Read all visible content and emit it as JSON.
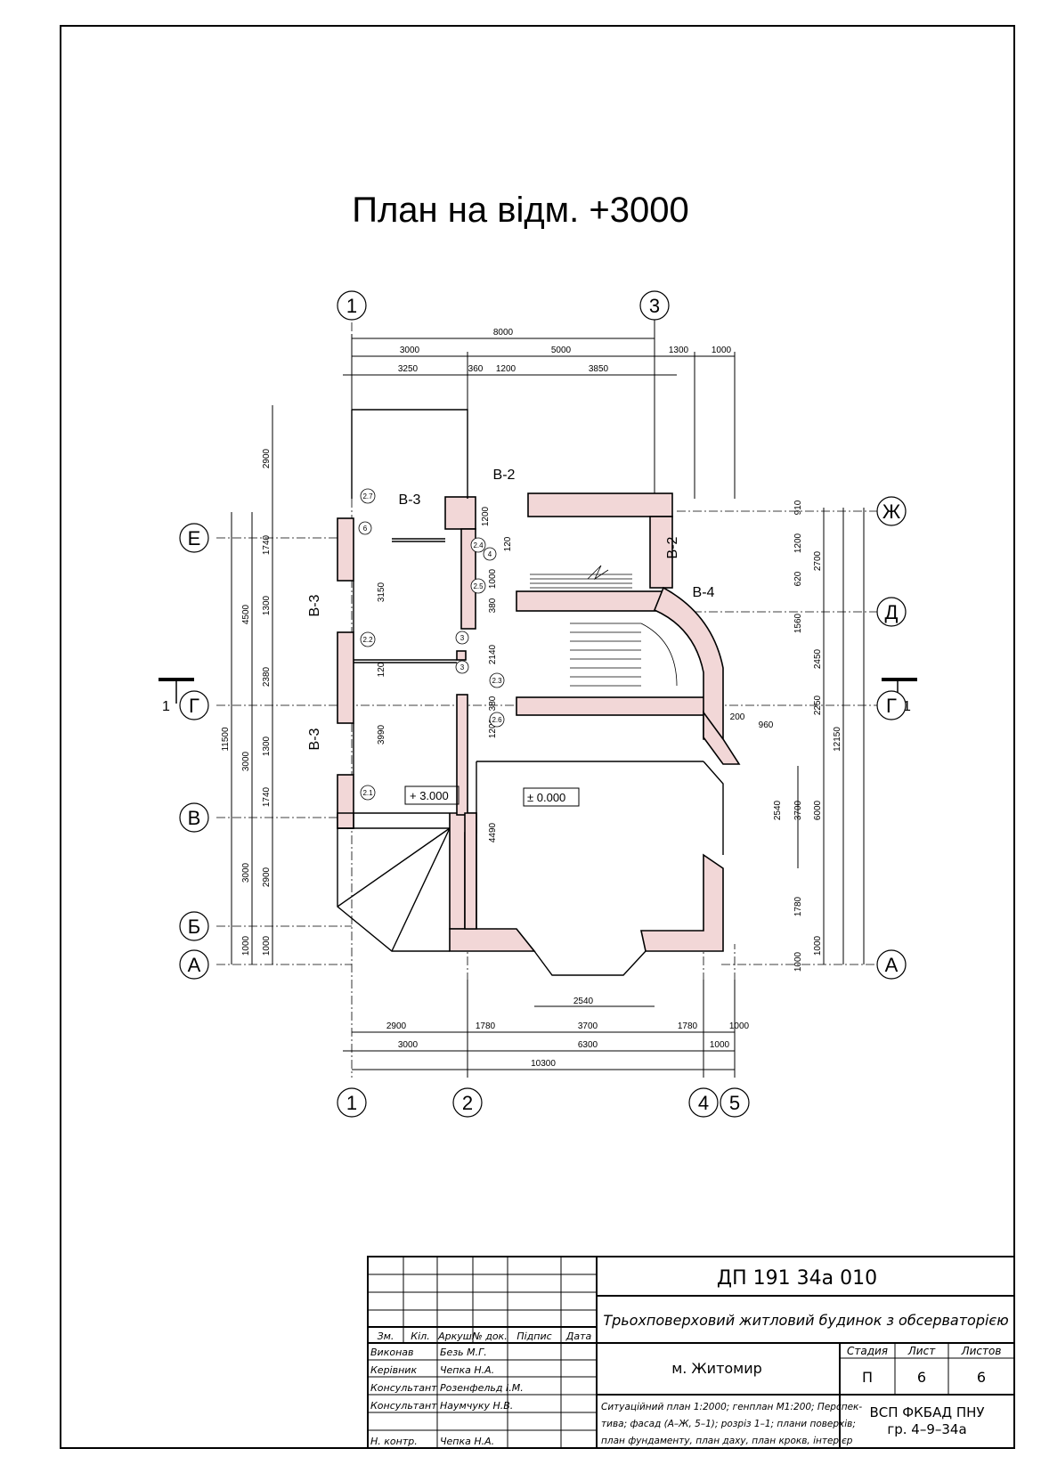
{
  "title": "План на відм. +3000",
  "colors": {
    "wall_fill": "#f2d7d7",
    "line": "#000000"
  },
  "axes": {
    "top": [
      "1",
      "3"
    ],
    "bottom": [
      "1",
      "2",
      "4",
      "5"
    ],
    "left": [
      "Е",
      "Г",
      "В",
      "Б",
      "А"
    ],
    "right": [
      "Ж",
      "Д",
      "Г",
      "А"
    ]
  },
  "section_mark": "1",
  "dims": {
    "top_total": "8000",
    "top_row1": [
      "3000",
      "5000",
      "1300",
      "1000"
    ],
    "top_row2": [
      "3250",
      "360",
      "1200",
      "3850"
    ],
    "bottom_row1": [
      "2900",
      "1780",
      "3700",
      "1780",
      "1000"
    ],
    "bottom_row2": [
      "3000",
      "6300",
      "1000"
    ],
    "bottom_total": "10300",
    "bay_bottom": "2540",
    "left_outer": "11500",
    "left_mid": [
      "4500",
      "3000",
      "3000",
      "1000"
    ],
    "left_inner": [
      "2900",
      "1740",
      "1300",
      "2380",
      "1300",
      "1740",
      "2900",
      "1000"
    ],
    "right_outer": "12150",
    "right_mid": [
      "2700",
      "2450",
      "2250",
      "6000",
      "1000"
    ],
    "right_inner": [
      "910",
      "1200",
      "620",
      "1560",
      "3700",
      "1780",
      "1000"
    ],
    "right_bay": "2540",
    "interior": [
      "3150",
      "120",
      "3990",
      "1200",
      "120",
      "1000",
      "380",
      "2140",
      "380",
      "1200",
      "4490"
    ],
    "bay_small": [
      "200",
      "960"
    ]
  },
  "levels": {
    "floor": "+ 3.000",
    "ground": "± 0.000"
  },
  "labels": {
    "windows": [
      "В-3",
      "В-2",
      "В-2",
      "В-4",
      "В-3",
      "В-3"
    ],
    "rooms": [
      "2.7",
      "2.4",
      "2.5",
      "2.2",
      "2.3",
      "2.6",
      "2.1"
    ],
    "doors": [
      "6",
      "4",
      "3",
      "3"
    ]
  },
  "title_block": {
    "code": "ДП  191  34а  010",
    "project": "Трьохповерховий житловий будинок з обсерваторією",
    "city": "м. Житомир",
    "headers": [
      "Зм.",
      "Кіл.",
      "Аркуш",
      "№ док.",
      "Підпис",
      "Дата"
    ],
    "stage_headers": [
      "Стадия",
      "Лист",
      "Листов"
    ],
    "stage_values": [
      "П",
      "6",
      "6"
    ],
    "roles": [
      {
        "role": "Виконав",
        "name": "Безь М.Г."
      },
      {
        "role": "Керівник",
        "name": "Чепка Н.А."
      },
      {
        "role": "Консультант",
        "name": "Розенфельд І.М."
      },
      {
        "role": "Консультант",
        "name": "Наумчуку Н.В."
      },
      {
        "role": "Н. контр.",
        "name": "Чепка Н.А."
      }
    ],
    "contents": [
      "Ситуаційний план 1:2000; генплан М1:200; Перспек-",
      "тива; фасад (А–Ж, 5–1); розріз 1–1; плани поверхів;",
      "план фундаменту, план даху, план крокв, інтер'єр"
    ],
    "org": [
      "ВСП ФКБАД ПНУ",
      "гр. 4–9–34а"
    ]
  }
}
